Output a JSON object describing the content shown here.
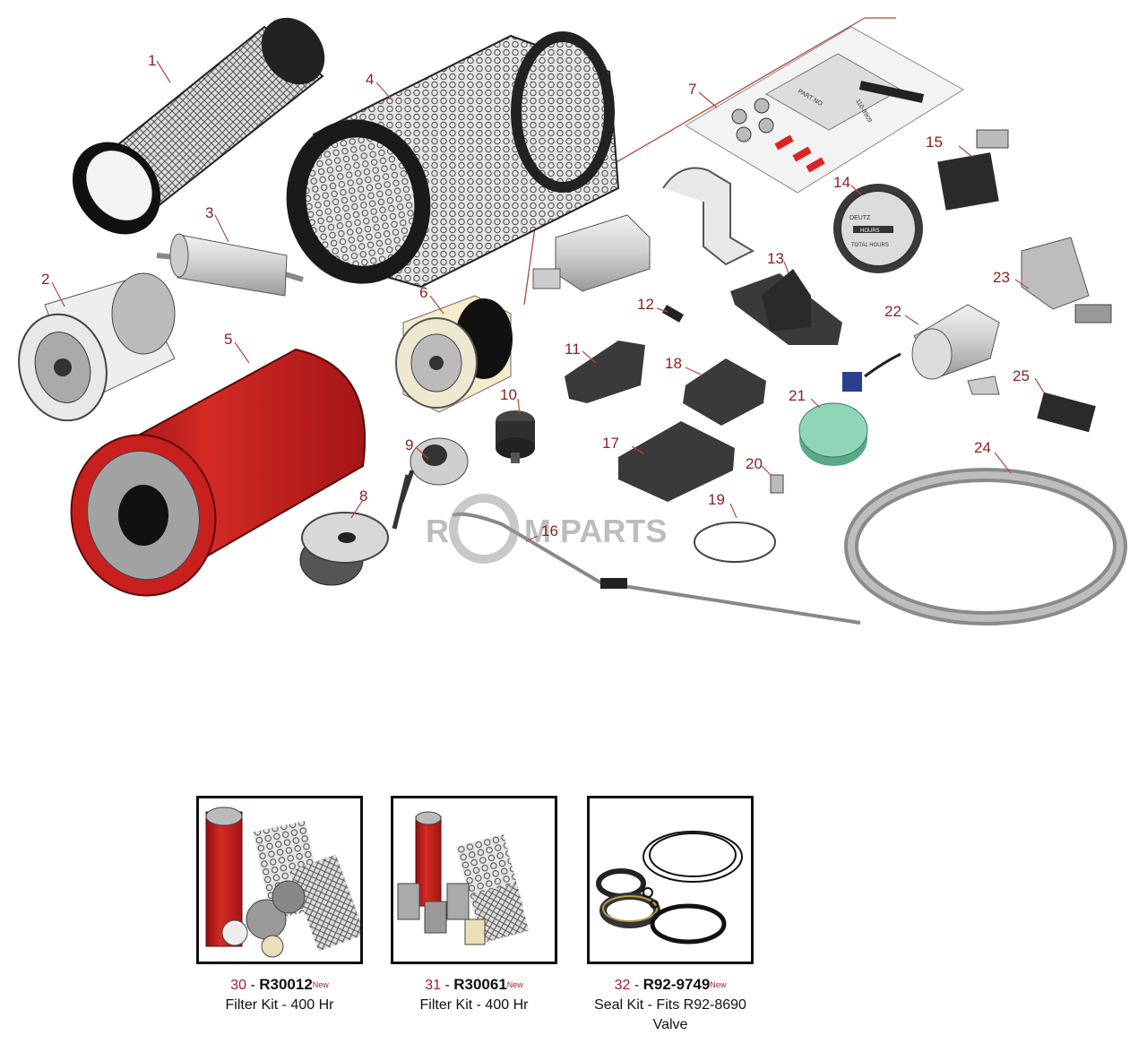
{
  "callouts": [
    "1",
    "2",
    "3",
    "4",
    "5",
    "6",
    "7",
    "8",
    "9",
    "10",
    "11",
    "12",
    "13",
    "14",
    "15",
    "16",
    "17",
    "18",
    "19",
    "20",
    "21",
    "22",
    "23",
    "24",
    "25"
  ],
  "watermark": {
    "left": "R",
    "right": "M PARTS"
  },
  "kit_text": {
    "part_no": "PART NO",
    "tube_no": "110-8909",
    "hour_brand": "DEUTZ",
    "hour_word": "HOURS",
    "hour_label": "TOTAL HOURS"
  },
  "kits": [
    {
      "num": "30",
      "sep": " - ",
      "part": "R30012",
      "badge": "New",
      "desc": "Filter Kit - 400 Hr",
      "desc2": ""
    },
    {
      "num": "31",
      "sep": " - ",
      "part": "R30061",
      "badge": "New",
      "desc": "Filter Kit - 400 Hr",
      "desc2": ""
    },
    {
      "num": "32",
      "sep": " - ",
      "part": "R92-9749",
      "badge": "New",
      "desc": "Seal Kit - Fits R92-8690",
      "desc2": "Valve"
    }
  ],
  "colors": {
    "callout": "#8b1e1e",
    "filter_red": "#c41e1e",
    "accent": "#a01e28",
    "green_cap": "#7ec8a8",
    "blue_plug": "#2a3f8f"
  }
}
